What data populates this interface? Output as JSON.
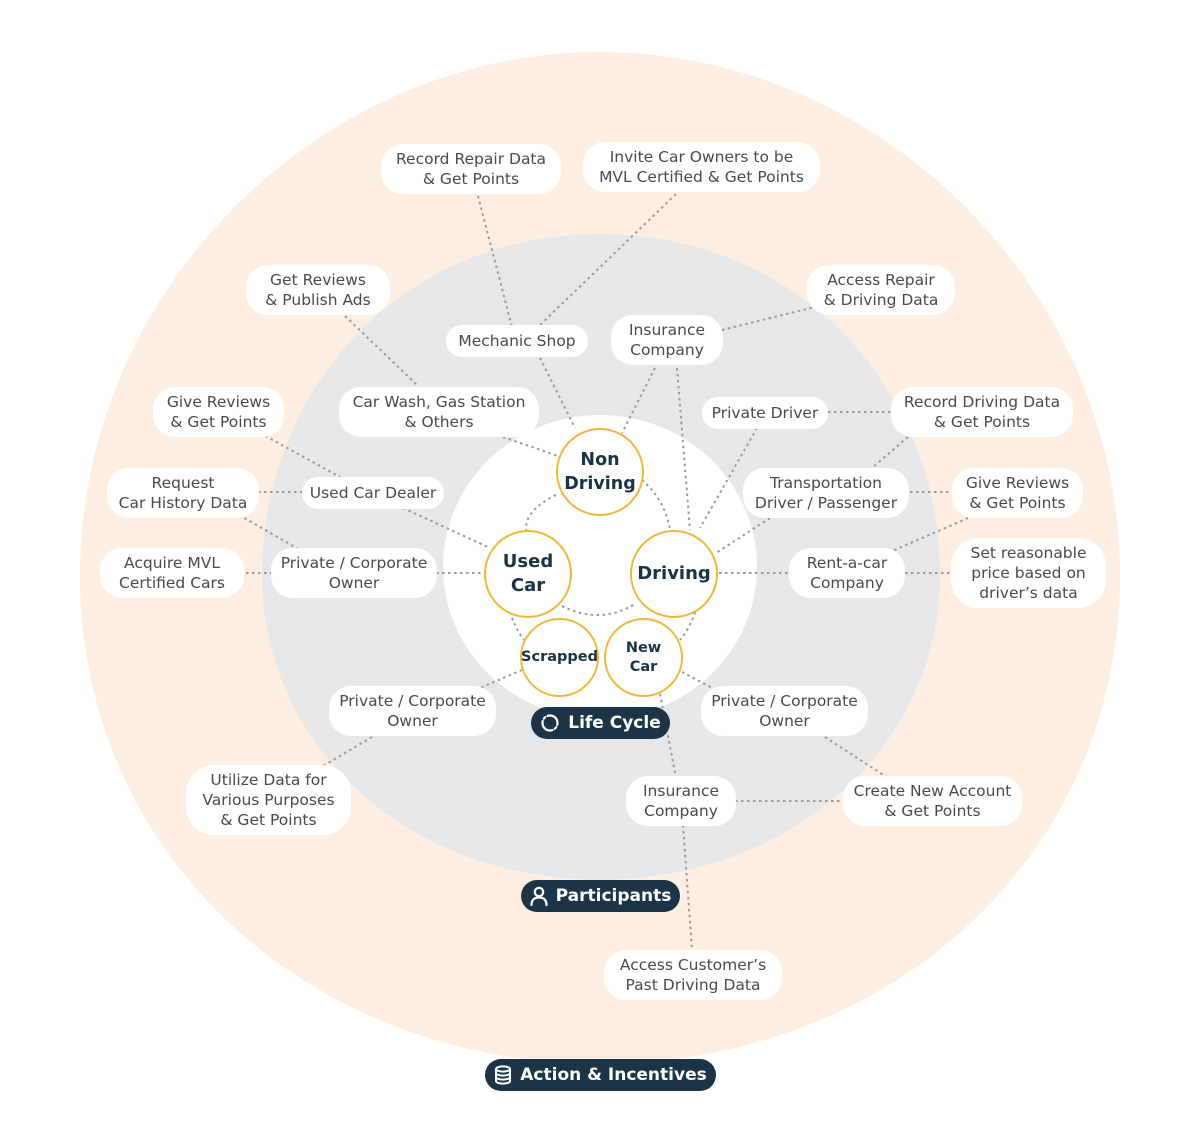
{
  "colors": {
    "outer_blob": "#fdeee1",
    "participants_ring": "#e6e7e9",
    "core": "#ffffff",
    "circle_border": "#f2b733",
    "tag_background": "#1b3447",
    "connector": "#9a9a9a"
  },
  "tags": {
    "life_cycle": {
      "label": "Life Cycle",
      "icon": "cycle-icon"
    },
    "participants": {
      "label": "Participants",
      "icon": "person-icon"
    },
    "actions": {
      "label": "Action & Incentives",
      "icon": "database-icon"
    }
  },
  "lifecycle": {
    "non_driving": [
      "Non",
      "Driving"
    ],
    "driving": [
      "Driving"
    ],
    "used_car": [
      "Used",
      "Car"
    ],
    "scrapped": [
      "Scrapped"
    ],
    "new_car": [
      "New",
      "Car"
    ]
  },
  "participants": {
    "mechanic_shop": [
      "Mechanic Shop"
    ],
    "insurance_top": [
      "Insurance",
      "Company"
    ],
    "car_wash": [
      "Car Wash, Gas Station",
      "& Others"
    ],
    "private_driver": [
      "Private Driver"
    ],
    "transportation": [
      "Transportation",
      "Driver / Passenger"
    ],
    "used_car_dealer": [
      "Used Car Dealer"
    ],
    "owner_left": [
      "Private / Corporate",
      "Owner"
    ],
    "rent_a_car": [
      "Rent-a-car",
      "Company"
    ],
    "owner_bottom_left": [
      "Private / Corporate",
      "Owner"
    ],
    "owner_bottom_right": [
      "Private / Corporate",
      "Owner"
    ],
    "insurance_bottom": [
      "Insurance",
      "Company"
    ]
  },
  "actions": {
    "record_repair": [
      "Record Repair Data",
      "& Get Points"
    ],
    "invite_owners": [
      "Invite Car Owners to be",
      "MVL Certified & Get Points"
    ],
    "get_reviews_ads": [
      "Get Reviews",
      "& Publish Ads"
    ],
    "access_repair": [
      "Access Repair",
      "& Driving Data"
    ],
    "give_reviews_left": [
      "Give Reviews",
      "& Get Points"
    ],
    "record_driving": [
      "Record Driving Data",
      "& Get Points"
    ],
    "request_history": [
      "Request",
      "Car History Data"
    ],
    "give_reviews_right": [
      "Give Reviews",
      "& Get Points"
    ],
    "acquire_certified": [
      "Acquire MVL",
      "Certified Cars"
    ],
    "set_price": [
      "Set reasonable",
      "price based on",
      "driver’s data"
    ],
    "utilize_data": [
      "Utilize Data for",
      "Various Purposes",
      "& Get Points"
    ],
    "create_account": [
      "Create New Account",
      "& Get Points"
    ],
    "access_past_driving": [
      "Access Customer’s",
      "Past Driving Data"
    ]
  }
}
